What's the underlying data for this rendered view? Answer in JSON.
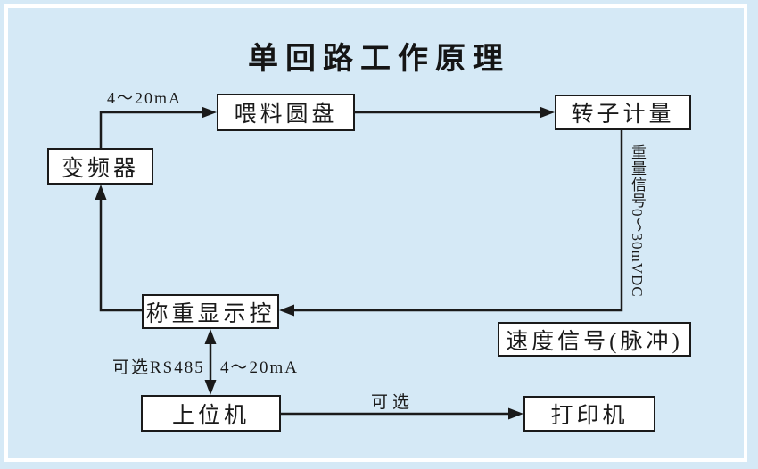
{
  "title": "单回路工作原理",
  "colors": {
    "background": "#d5e9f6",
    "frame_border": "#ffffff",
    "node_fill": "#ffffff",
    "node_border": "#1a1a1a",
    "line": "#1a1a1a",
    "text": "#1a1a1a"
  },
  "nodes": {
    "feeding_disc": "喂料圆盘",
    "rotor_metering": "转子计量",
    "inverter": "变频器",
    "weighing_display": "称重显示控",
    "speed_signal": "速度信号(脉冲)",
    "host_computer": "上位机",
    "printer": "打印机"
  },
  "edge_labels": {
    "inverter_to_disc": "4～20mA",
    "weight_signal": "重量信号0～30mVDC",
    "rs485_optional": "可选RS485",
    "display_to_host": "4～20mA",
    "printer_optional": "可选"
  }
}
